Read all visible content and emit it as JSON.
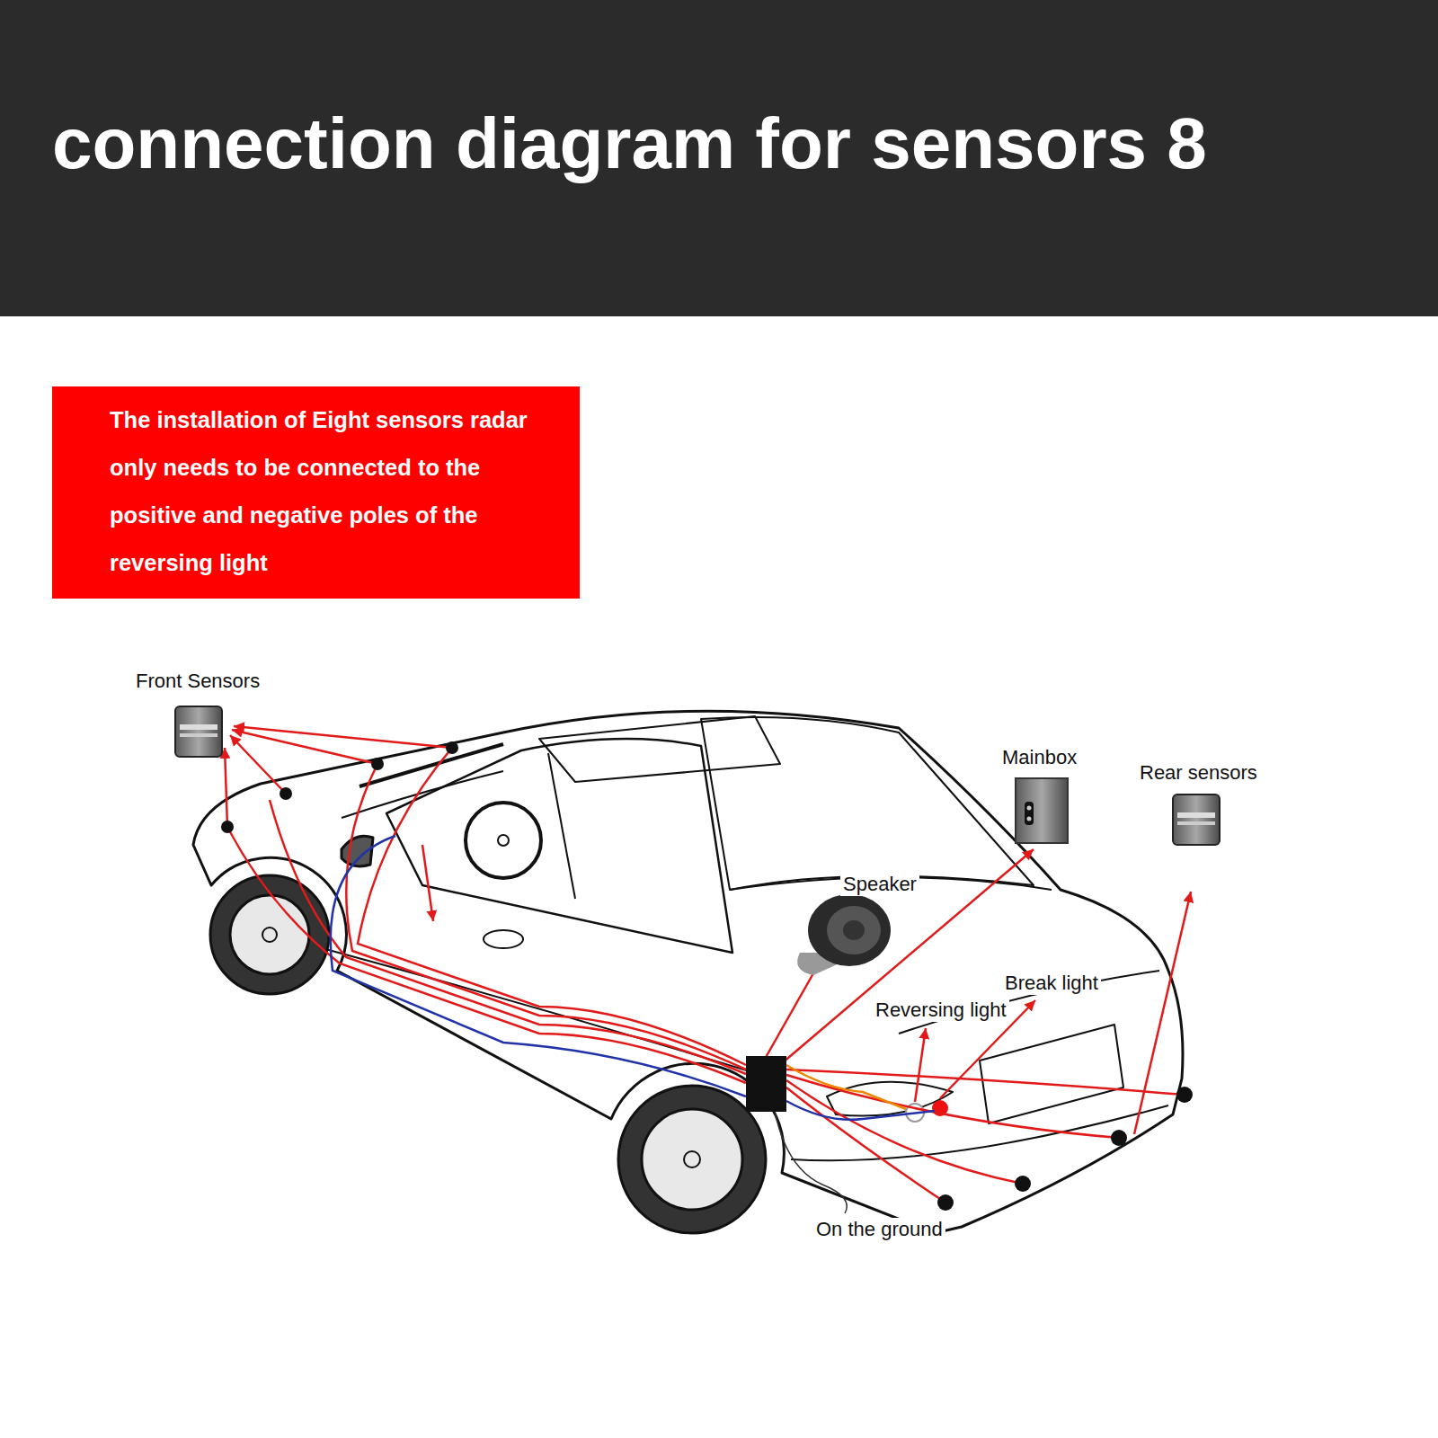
{
  "diagram": {
    "title": "connection diagram for sensors 8",
    "nodes": [
      {
        "text": [
          "The installation of Eight sensors radar only needs to be connected to the positive and negative poles of the reversing light"
        ]
      }
    ],
    "labels": [
      "Front Sensors",
      "Mainbox",
      "Rear sensors",
      "Speaker",
      "Break light",
      "Reversing light",
      "On the ground"
    ]
  }
}
